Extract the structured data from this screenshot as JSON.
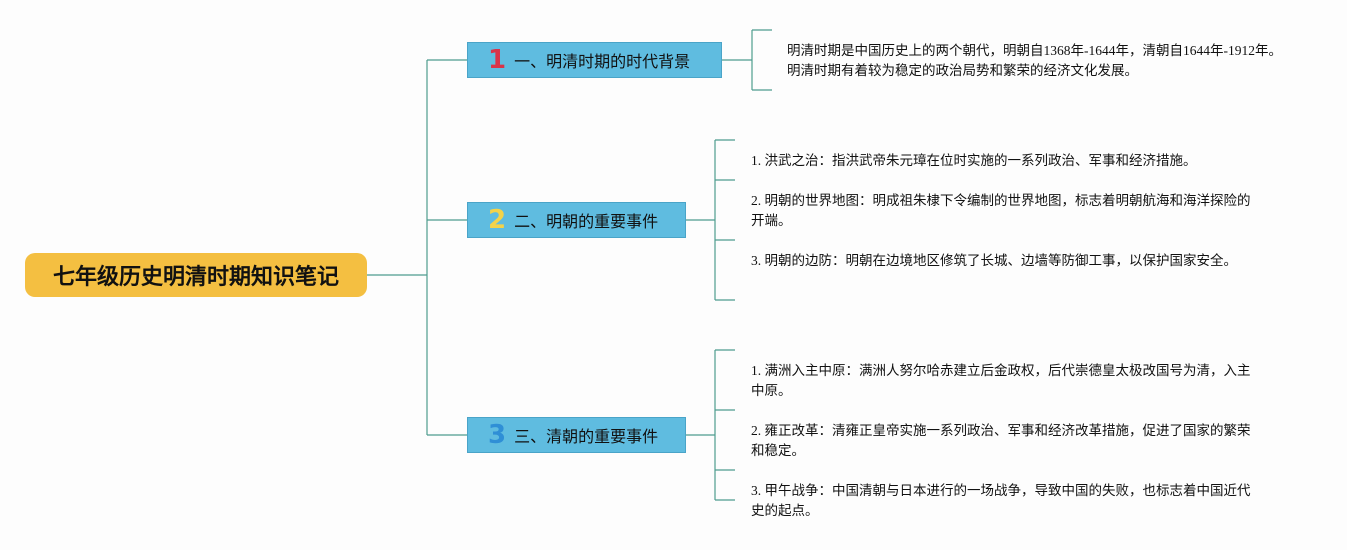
{
  "root": {
    "title": "七年级历史明清时期知识笔记"
  },
  "colors": {
    "root_fill": "#f4bf41",
    "branch_fill": "#5fbce0",
    "line": "#4e9d8e"
  },
  "branches": [
    {
      "number": "1",
      "number_color": "#d9334a",
      "label": "一、明清时期的时代背景",
      "items": [
        {
          "text": "明清时期是中国历史上的两个朝代，明朝自1368年-1644年，清朝自1644年-1912年。明清时期有着较为稳定的政治局势和繁荣的经济文化发展。"
        }
      ]
    },
    {
      "number": "2",
      "number_color": "#f3d34a",
      "label": "二、明朝的重要事件",
      "items": [
        {
          "text": "1. 洪武之治：指洪武帝朱元璋在位时实施的一系列政治、军事和经济措施。"
        },
        {
          "text": "2. 明朝的世界地图：明成祖朱棣下令编制的世界地图，标志着明朝航海和海洋探险的开端。"
        },
        {
          "text": "3. 明朝的边防：明朝在边境地区修筑了长城、边墙等防御工事，以保护国家安全。"
        }
      ]
    },
    {
      "number": "3",
      "number_color": "#2f8fd6",
      "label": "三、清朝的重要事件",
      "items": [
        {
          "text": "1. 满洲入主中原：满洲人努尔哈赤建立后金政权，后代崇德皇太极改国号为清，入主中原。"
        },
        {
          "text": "2. 雍正改革：清雍正皇帝实施一系列政治、军事和经济改革措施，促进了国家的繁荣和稳定。"
        },
        {
          "text": "3. 甲午战争：中国清朝与日本进行的一场战争，导致中国的失败，也标志着中国近代史的起点。"
        }
      ]
    }
  ]
}
